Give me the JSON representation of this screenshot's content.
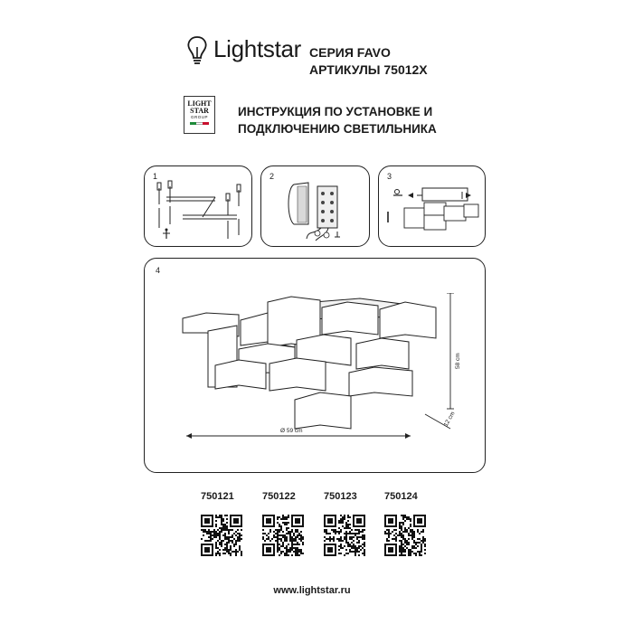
{
  "brand": {
    "name": "Lightstar",
    "icon": "lightbulb-icon"
  },
  "header": {
    "series_line": "СЕРИЯ FAVO",
    "articles_line": "АРТИКУЛЫ 75012X"
  },
  "group_logo": {
    "lines": [
      "LIGHT",
      "STAR",
      "GROUP"
    ],
    "flag_colors": [
      "#1e8a3a",
      "#ffffff",
      "#c8102e"
    ]
  },
  "title": {
    "line1": "ИНСТРУКЦИЯ ПО УСТАНОВКЕ И",
    "line2": "ПОДКЛЮЧЕНИЮ СВЕТИЛЬНИКА"
  },
  "steps": [
    {
      "number": "1"
    },
    {
      "number": "2"
    },
    {
      "number": "3"
    },
    {
      "number": "4"
    }
  ],
  "dimensions": {
    "height": "58 cm",
    "depth": "12 cm",
    "diameter": "Ø 59 cm"
  },
  "articles": [
    "750121",
    "750122",
    "750123",
    "750124"
  ],
  "website": "www.lightstar.ru"
}
